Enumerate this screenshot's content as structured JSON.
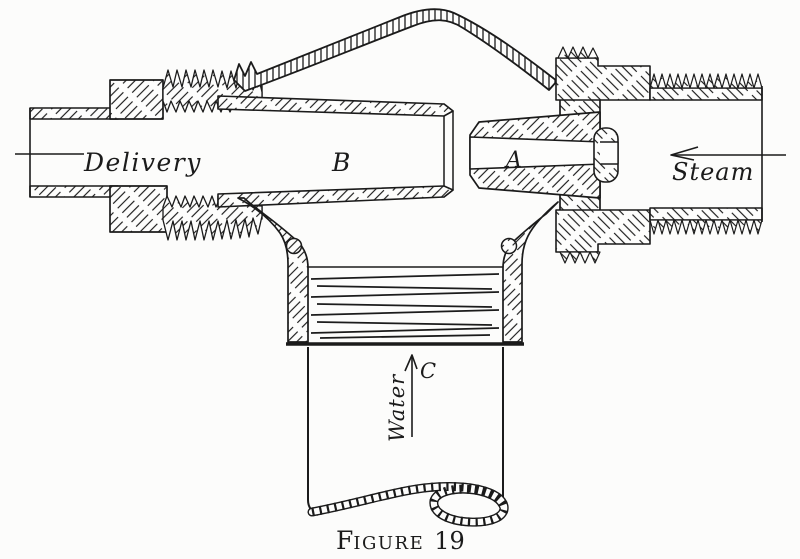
{
  "figure": {
    "caption": {
      "word_initial": "F",
      "word_rest": "IGURE",
      "number": "19",
      "full": "Figure 19"
    },
    "labels": {
      "delivery": "Delivery",
      "delivery_tube": "B",
      "steam_nozzle": "A",
      "steam": "Steam",
      "water": "Water",
      "water_pipe": "C"
    },
    "colors": {
      "ink": "#1b1b1b",
      "paper": "#fcfcfb"
    }
  }
}
